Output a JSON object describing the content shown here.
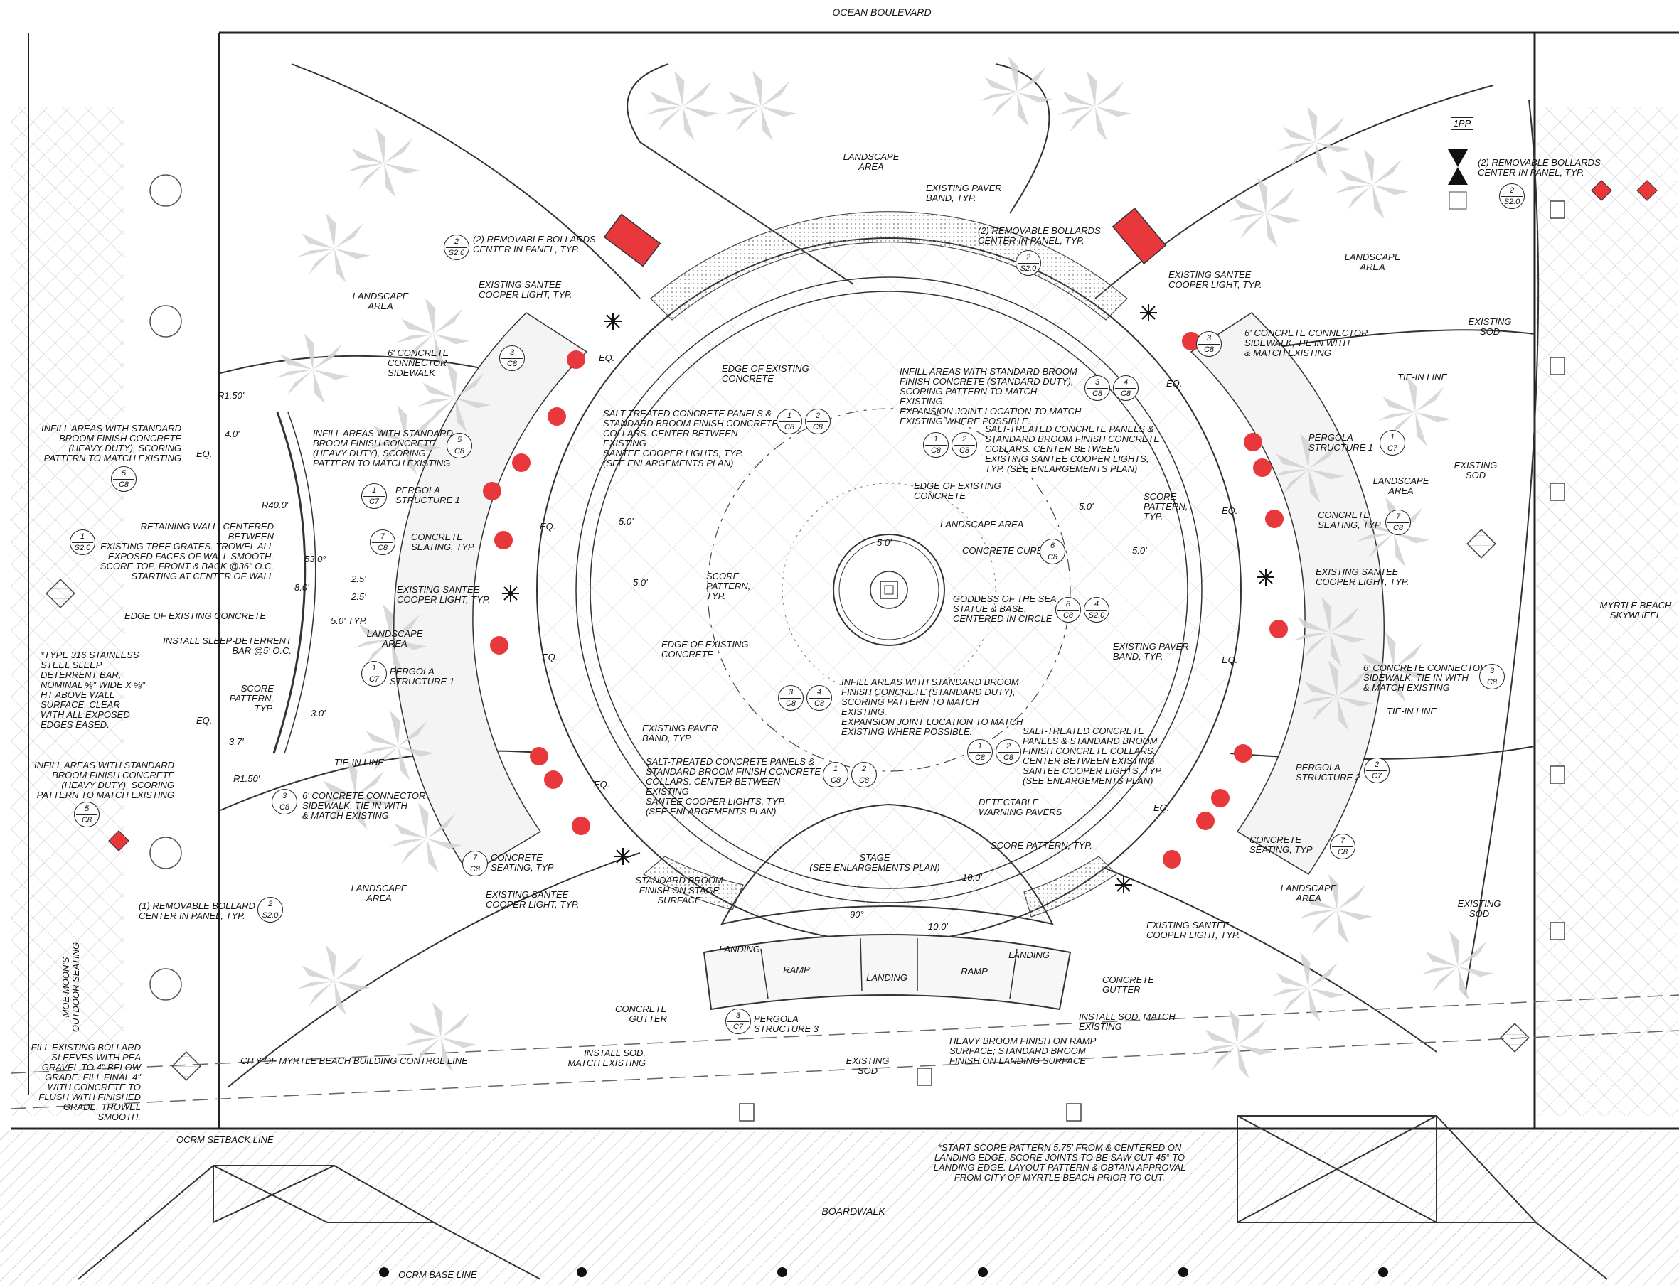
{
  "colors": {
    "line": "#333333",
    "bollard": "#e8383b",
    "light": "#e8383b",
    "hatch": "#b9b9b9",
    "palm": "#d4d4d4"
  },
  "streets": {
    "top": "OCEAN BOULEVARD",
    "right": "MYRTLE BEACH\nSKYWHEEL",
    "bottom": "BOARDWALK",
    "base_line": "OCRM BASE LINE",
    "setback_line": "OCRM SETBACK LINE",
    "building_line": "CITY OF MYRTLE BEACH BUILDING CONTROL LINE",
    "left_vertical": "MOE MOON'S\nOUTDOOR SEATING",
    "sheet_tag": "1PP"
  },
  "labels": {
    "landscape_area": "LANDSCAPE\nAREA",
    "landscape_area_inline": "LANDSCAPE AREA",
    "existing_sod": "EXISTING\nSOD",
    "existing_paver_band": "EXISTING PAVER\nBAND, TYP.",
    "removable_bollards": "(2) REMOVABLE BOLLARDS\nCENTER IN PANEL, TYP.",
    "removable_bollard_one": "(1) REMOVABLE BOLLARD\nCENTER IN PANEL, TYP.",
    "santee_light": "EXISTING SANTEE\nCOOPER LIGHT, TYP.",
    "connector_sidewalk": "6' CONCRETE\nCONNECTOR SIDEWALK",
    "connector_tie": "6' CONCRETE CONNECTOR\nSIDEWALK, TIE IN WITH\n& MATCH EXISTING",
    "edge_existing": "EDGE OF EXISTING\nCONCRETE",
    "edge_existing_inline": "EDGE OF EXISTING CONCRETE",
    "infill_standard": "INFILL AREAS WITH STANDARD BROOM\nFINISH CONCRETE (STANDARD DUTY),\nSCORING PATTERN TO MATCH EXISTING.\nEXPANSION JOINT LOCATION TO MATCH\nEXISTING WHERE POSSIBLE.",
    "infill_heavy_a": "INFILL AREAS WITH STANDARD\nBROOM FINISH CONCRETE\n(HEAVY DUTY), SCORING\nPATTERN TO MATCH EXISTING",
    "infill_heavy_b": "INFILL AREAS WITH STANDARD\nBROOM FINISH CONCRETE\n(HEAVY DUTY), SCORING\nPATTERN TO MATCH EXISTING",
    "infill_heavy_c": "INFILL AREAS WITH STANDARD\nBROOM FINISH CONCRETE\n(HEAVY DUTY), SCORING\nPATTERN TO MATCH EXISTING",
    "salt_panels_a": "SALT-TREATED CONCRETE PANELS &\nSTANDARD BROOM FINISH CONCRETE\nCOLLARS. CENTER BETWEEN EXISTING\nSANTEE COOPER LIGHTS, TYP.\n(SEE ENLARGEMENTS PLAN)",
    "salt_panels_b": "SALT-TREATED CONCRETE PANELS &\nSTANDARD BROOM FINISH CONCRETE\nCOLLARS. CENTER BETWEEN\nEXISTING SANTEE COOPER LIGHTS,\nTYP. (SEE ENLARGEMENTS PLAN)",
    "salt_panels_c": "SALT-TREATED CONCRETE\nPANELS & STANDARD BROOM\nFINISH CONCRETE COLLARS.\nCENTER BETWEEN EXISTING\nSANTEE COOPER LIGHTS, TYP.\n(SEE ENLARGEMENTS PLAN)",
    "salt_panels_d": "SALT-TREATED CONCRETE PANELS &\nSTANDARD BROOM FINISH CONCRETE\nCOLLARS. CENTER BETWEEN EXISTING\nSANTEE COOPER LIGHTS, TYP.\n(SEE ENLARGEMENTS PLAN)",
    "retaining_wall": "RETAINING WALL, CENTERED BETWEEN\nEXISTING TREE GRATES. TROWEL ALL\nEXPOSED FACES OF WALL SMOOTH.\nSCORE TOP, FRONT & BACK @36\" O.C.\nSTARTING AT CENTER OF WALL",
    "sleep_bar": "INSTALL SLEEP-DETERRENT\nBAR @5' O.C.",
    "sleep_note": "*TYPE 316 STAINLESS\nSTEEL SLEEP\nDETERRENT BAR,\nNOMINAL ⅝\" WIDE x ⅝\"\nHT ABOVE WALL\nSURFACE, CLEAR\nWITH ALL EXPOSED\nEDGES EASED.",
    "pergola_1": "PERGOLA\nSTRUCTURE 1",
    "pergola_2": "PERGOLA\nSTRUCTURE 2",
    "pergola_3": "PERGOLA\nSTRUCTURE 3",
    "concrete_seating": "CONCRETE\nSEATING, TYP",
    "score_pattern": "SCORE\nPATTERN,\nTYP.",
    "score_pattern_inline": "SCORE PATTERN, TYP.",
    "concrete_curb": "CONCRETE CURB",
    "goddess": "GODDESS OF THE SEA\nSTATUE & BASE,\nCENTERED IN CIRCLE",
    "tie_in": "TIE-IN LINE",
    "stage": "STAGE\n(SEE ENLARGEMENTS PLAN)",
    "detectable": "DETECTABLE\nWARNING PAVERS",
    "broom_stage": "STANDARD BROOM\nFINISH ON STAGE\nSURFACE",
    "landing": "LANDING",
    "ramp": "RAMP",
    "concrete_gutter": "CONCRETE\nGUTTER",
    "install_sod": "INSTALL SOD,\nMATCH EXISTING",
    "install_sod_inline": "INSTALL SOD, MATCH EXISTING",
    "heavy_broom": "HEAVY BROOM FINISH  ON RAMP\nSURFACE; STANDARD BROOM\nFINISH ON LANDING SURFACE",
    "fill_bollard": "FILL EXISTING BOLLARD\nSLEEVES WITH PEA\nGRAVEL TO 4\" BELOW\nGRADE. FILL FINAL 4\"\nWITH CONCRETE TO\nFLUSH WITH FINISHED\nGRADE. TROWEL\nSMOOTH.",
    "start_score": "*START SCORE PATTERN 5.75' FROM & CENTERED ON\nLANDING EDGE. SCORE JOINTS TO BE SAW CUT 45° TO\nLANDING EDGE. LAYOUT PATTERN & OBTAIN APPROVAL\nFROM CITY OF MYRTLE BEACH PRIOR TO CUT."
  },
  "dims": {
    "r150": "R1.50'",
    "d40": "4.0'",
    "r400": "R40.0'",
    "a530": "53.0°",
    "d80": "8.0'",
    "d25": "2.5'",
    "d50typ": "5.0' TYP.",
    "d30": "3.0'",
    "d37": "3.7'",
    "d50": "5.0'",
    "d100": "10.0'",
    "a90": "90°",
    "eq": "EQ."
  },
  "refs": {
    "c8_3": {
      "n": "3",
      "s": "C8"
    },
    "c8_4": {
      "n": "4",
      "s": "C8"
    },
    "c8_1": {
      "n": "1",
      "s": "C8"
    },
    "c8_2": {
      "n": "2",
      "s": "C8"
    },
    "c8_5": {
      "n": "5",
      "s": "C8"
    },
    "c8_6": {
      "n": "6",
      "s": "C8"
    },
    "c8_7": {
      "n": "7",
      "s": "C8"
    },
    "c8_8": {
      "n": "8",
      "s": "C8"
    },
    "c7_1": {
      "n": "1",
      "s": "C7"
    },
    "c7_2": {
      "n": "2",
      "s": "C7"
    },
    "c7_3": {
      "n": "3",
      "s": "C7"
    },
    "s20_1": {
      "n": "1",
      "s": "S2.0"
    },
    "s20_2": {
      "n": "2",
      "s": "S2.0"
    },
    "s20_4": {
      "n": "4",
      "s": "S2.0"
    }
  }
}
